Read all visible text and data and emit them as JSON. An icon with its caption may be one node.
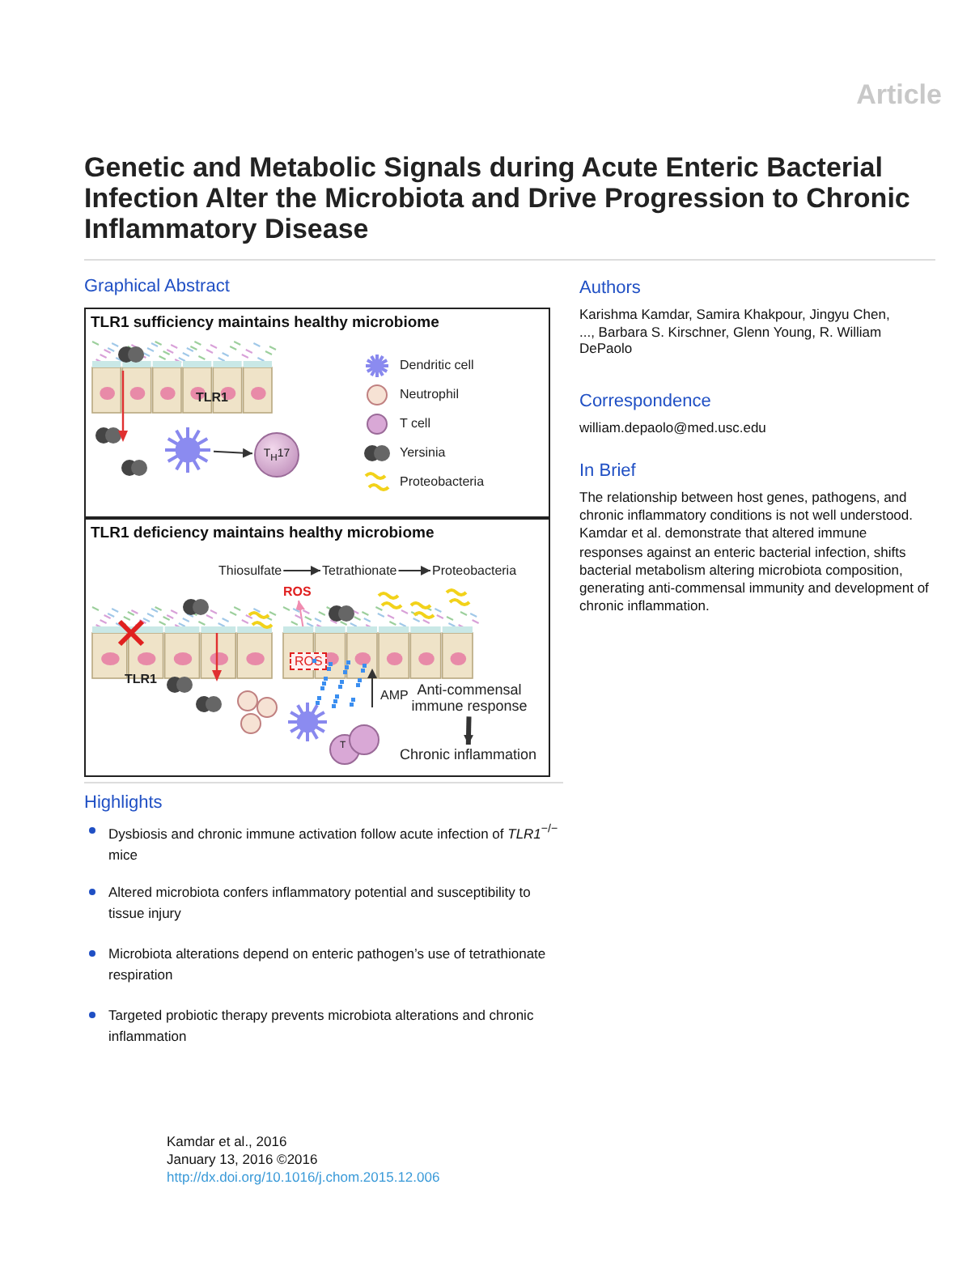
{
  "diagram": {
    "title": "Genetic and Metabolic Signals during Acute Enteric Bacterial Infection Alter the Microbiota and Drive Progression to Chronic Inflammatory Disease",
    "nodes": [
      {
        "text": [
          "TLR1 sufficiency maintains healthy microbiome"
        ]
      },
      {
        "text": [
          "TLR1"
        ],
        "in": 0
      },
      {
        "text": [],
        "shape": "picture",
        "in": 0
      },
      {
        "text": [
          "T$_{H}$17"
        ],
        "in": 0
      },
      {
        "text": [
          "TLR1 deficiency maintains healthy microbiome"
        ]
      },
      {
        "text": [
          "Thiosulfate"
        ],
        "in": 4
      },
      {
        "text": [
          "Tetrathionate"
        ],
        "in": 4
      },
      {
        "text": [
          "Proteobacteria"
        ],
        "in": 4
      },
      {
        "text": [
          "ROS"
        ],
        "in": 4
      },
      {
        "text": [
          "ROS"
        ],
        "in": 4
      },
      {
        "text": [
          "Anti-commensal immune response"
        ],
        "in": 4
      },
      {
        "text": [
          "Chronic inflammation"
        ],
        "in": 4
      },
      {
        "text": [
          "TLR1"
        ],
        "in": 4
      }
    ],
    "edges": [
      {
        "from": 2,
        "to": 3,
        "arrow": "to"
      },
      {
        "from": 5,
        "to": 6,
        "arrow": "to"
      },
      {
        "from": 6,
        "to": 7,
        "arrow": "to"
      },
      {
        "from": 9,
        "to": 8,
        "arrow": "to",
        "color": "#f08cb0"
      },
      {
        "from": 10,
        "to": 11,
        "arrow": "to",
        "style": "thick"
      }
    ],
    "labels": [
      "Article",
      "Graphical Abstract",
      "AMP",
      "T",
      "Authors",
      "Karishma Kamdar, Samira Khakpour, Jingyu Chen, ..., Barbara S. Kirschner, Glenn Young, R. William DePaolo",
      "Correspondence",
      "william.depaolo@med.usc.edu",
      "In Brief",
      "The relationship between host genes, pathogens, and chronic inflammatory conditions is not well understood. Kamdar et al. demonstrate that altered immune responses against an enteric bacterial infection, shifts bacterial metabolism altering microbiota composition, generating anti-commensal immunity and development of chronic inflammation.",
      "Highlights",
      "Dysbiosis and chronic immune activation follow acute infection of *TLR1*$^{−/−}$ mice",
      "Altered microbiota confers inflammatory potential and susceptibility to tissue injury",
      "Microbiota alterations depend on enteric pathogen’s use of tetrathionate respiration",
      "Targeted probiotic therapy prevents microbiota alterations and chronic inflammation",
      "Kamdar et al., 2016",
      "January 13, 2016 ©2016",
      "http://dx.doi.org/10.1016/j.chom.2015.12.006"
    ],
    "legend": [
      {
        "text": "Dendritic cell"
      },
      {
        "text": "Neutrophil"
      },
      {
        "text": "T cell"
      },
      {
        "text": "Yersinia"
      },
      {
        "text": "Proteobacteria"
      }
    ]
  }
}
